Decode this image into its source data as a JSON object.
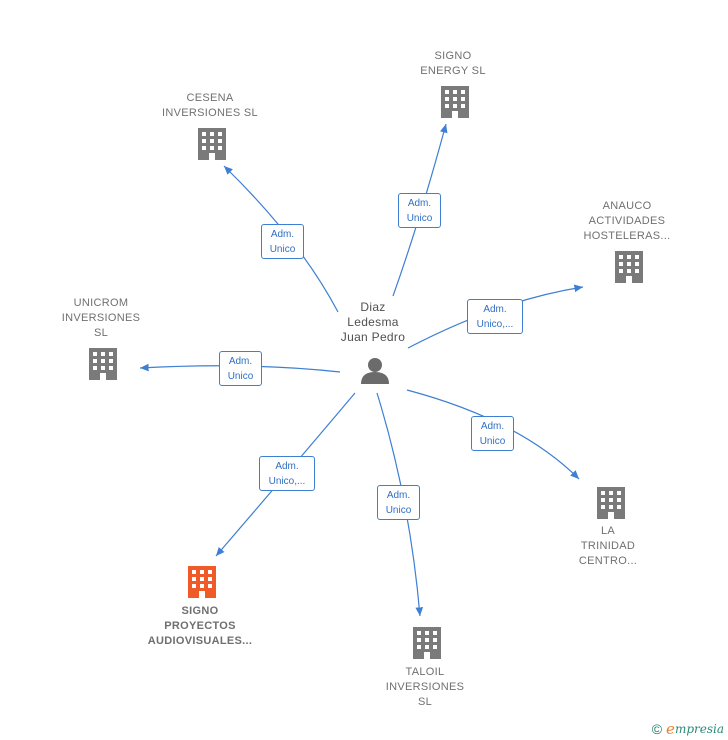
{
  "center": {
    "name": "Diaz\nLedesma\nJuan Pedro"
  },
  "companies": [
    {
      "id": "cesena",
      "name": "CESENA\nINVERSIONES SL",
      "highlight": false
    },
    {
      "id": "signo-energy",
      "name": "SIGNO\nENERGY  SL",
      "highlight": false
    },
    {
      "id": "anauco",
      "name": "ANAUCO\nACTIVIDADES\nHOSTELERAS...",
      "highlight": false
    },
    {
      "id": "unicrom",
      "name": "UNICROM\nINVERSIONES\nSL",
      "highlight": false
    },
    {
      "id": "la-trinidad",
      "name": "LA\nTRINIDAD\nCENTRO...",
      "highlight": false
    },
    {
      "id": "signo-proyectos",
      "name": "SIGNO\nPROYECTOS\nAUDIOVISUALES...",
      "highlight": true
    },
    {
      "id": "taloil",
      "name": "TALOIL\nINVERSIONES\nSL",
      "highlight": false
    }
  ],
  "edges": [
    {
      "target": "cesena",
      "label": "Adm.\nUnico"
    },
    {
      "target": "signo-energy",
      "label": "Adm.\nUnico"
    },
    {
      "target": "anauco",
      "label": "Adm.\nUnico,..."
    },
    {
      "target": "unicrom",
      "label": "Adm.\nUnico"
    },
    {
      "target": "la-trinidad",
      "label": "Adm.\nUnico"
    },
    {
      "target": "signo-proyectos",
      "label": "Adm.\nUnico,..."
    },
    {
      "target": "taloil",
      "label": "Adm.\nUnico"
    }
  ],
  "colors": {
    "edge": "#3d7fd3",
    "building": "#7a7a7a",
    "building_highlight": "#f05a28",
    "person": "#6b6b6b"
  },
  "footer": {
    "copyright": "©",
    "brand_e": "e",
    "brand_rest": "mpresia"
  }
}
